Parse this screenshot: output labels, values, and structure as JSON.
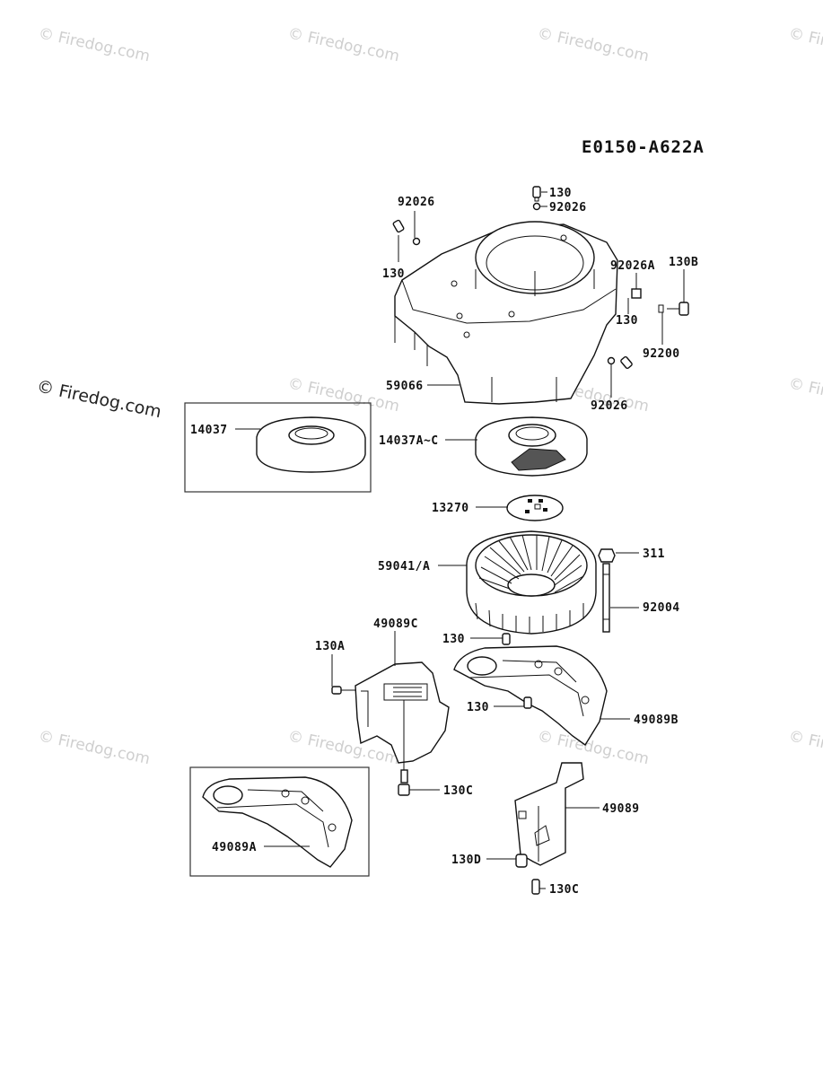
{
  "diagram": {
    "code": "E0150-A622A",
    "watermark": "© Firedog.com",
    "labels": {
      "p130_top": "130",
      "p92026_top": "92026",
      "p92026_left": "92026",
      "p130_left": "130",
      "p92026A": "92026A",
      "p130B": "130B",
      "p130_right": "130",
      "p92200": "92200",
      "p59066": "59066",
      "p92026_bottom": "92026",
      "p14037": "14037",
      "p14037AC": "14037A~C",
      "p13270": "13270",
      "p311": "311",
      "p59041A": "59041/A",
      "p92004": "92004",
      "p49089C": "49089C",
      "p130A": "130A",
      "p130_mid": "130",
      "p130_lower": "130",
      "p49089B": "49089B",
      "p130C_left": "130C",
      "p49089": "49089",
      "p49089A": "49089A",
      "p130D": "130D",
      "p130C_bottom": "130C"
    }
  }
}
